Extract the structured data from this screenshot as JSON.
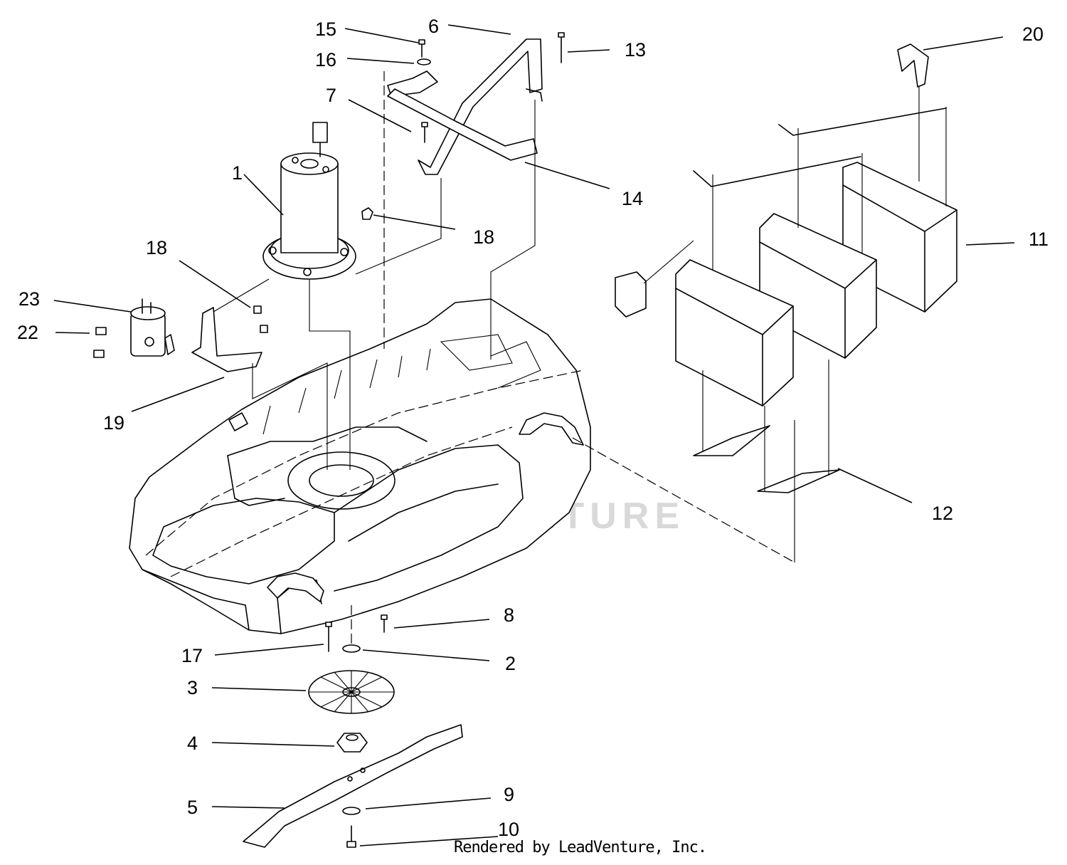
{
  "watermark": "LEADVENTURE",
  "credit": "Rendered by LeadVenture, Inc.",
  "parts": [
    {
      "id": "p1",
      "label": "1"
    },
    {
      "id": "p2",
      "label": "2"
    },
    {
      "id": "p3",
      "label": "3"
    },
    {
      "id": "p4",
      "label": "4"
    },
    {
      "id": "p5",
      "label": "5"
    },
    {
      "id": "p6",
      "label": "6"
    },
    {
      "id": "p7",
      "label": "7"
    },
    {
      "id": "p8",
      "label": "8"
    },
    {
      "id": "p9",
      "label": "9"
    },
    {
      "id": "p10",
      "label": "10"
    },
    {
      "id": "p11",
      "label": "11"
    },
    {
      "id": "p12",
      "label": "12"
    },
    {
      "id": "p13",
      "label": "13"
    },
    {
      "id": "p14",
      "label": "14"
    },
    {
      "id": "p15",
      "label": "15"
    },
    {
      "id": "p16",
      "label": "16"
    },
    {
      "id": "p17",
      "label": "17"
    },
    {
      "id": "p18a",
      "label": "18"
    },
    {
      "id": "p18b",
      "label": "18"
    },
    {
      "id": "p19",
      "label": "19"
    },
    {
      "id": "p20",
      "label": "20"
    },
    {
      "id": "p22",
      "label": "22"
    },
    {
      "id": "p23",
      "label": "23"
    }
  ]
}
